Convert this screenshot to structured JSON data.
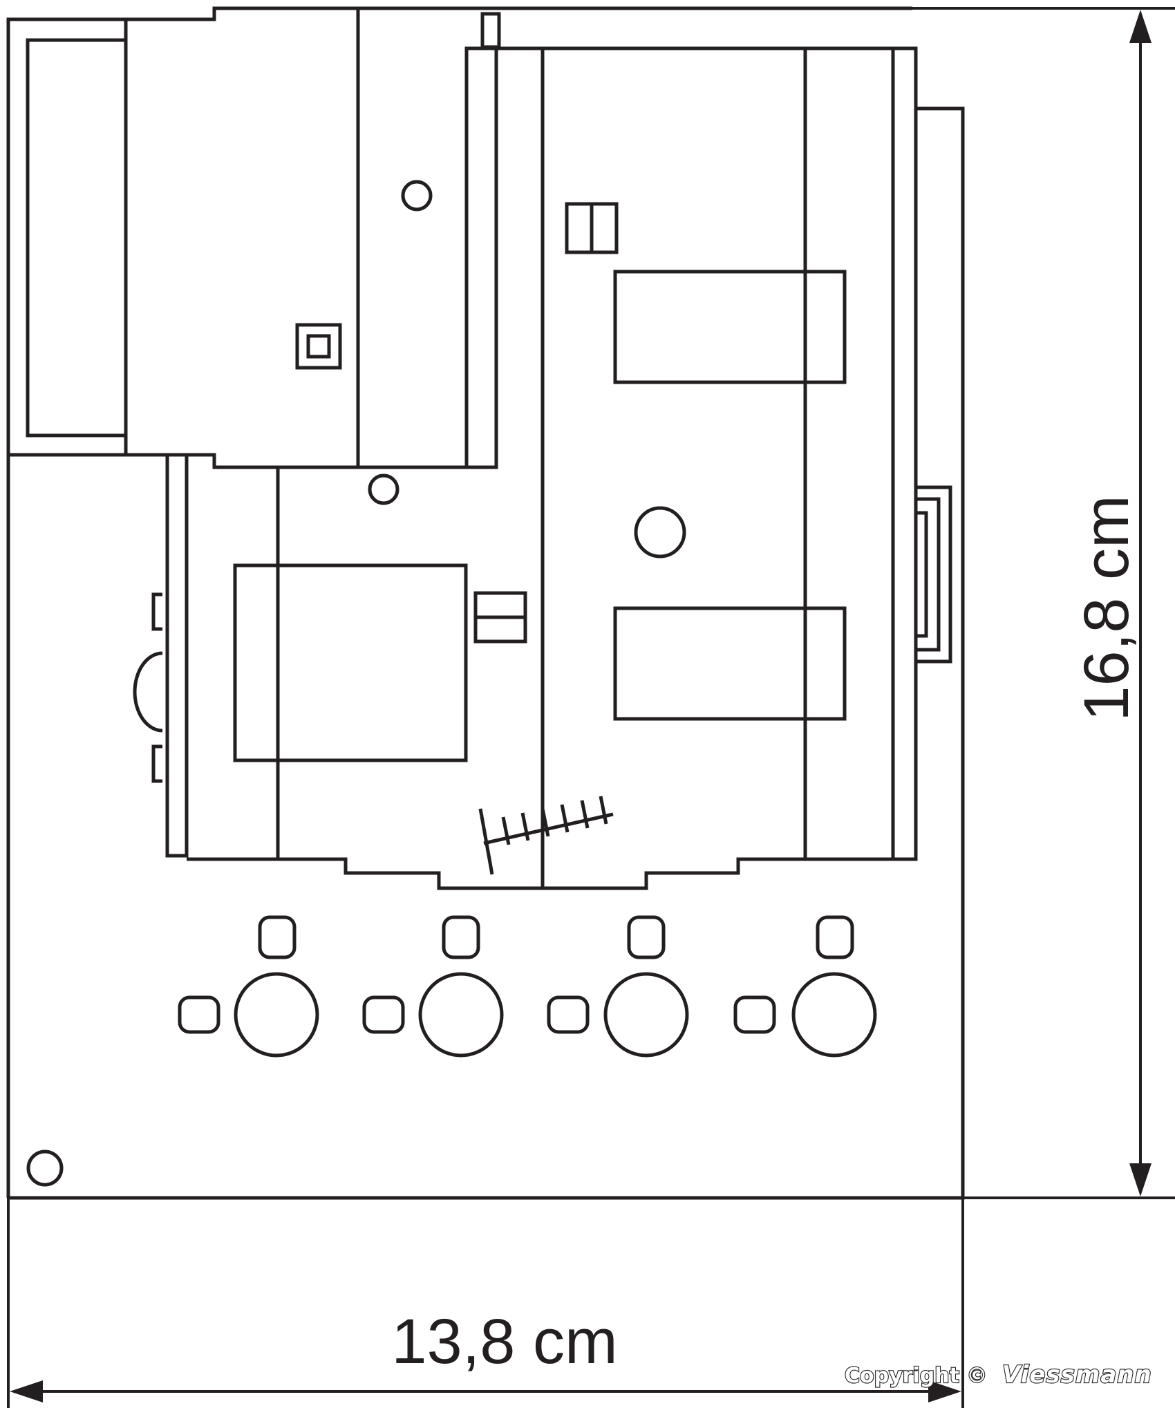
{
  "dimensions": {
    "width_label": "13,8 cm",
    "height_label": "16,8 cm"
  },
  "copyright": {
    "prefix": "Copyright ©",
    "brand": "Viessmann"
  },
  "colors": {
    "line": "#231f20",
    "background": "#ffffff"
  }
}
